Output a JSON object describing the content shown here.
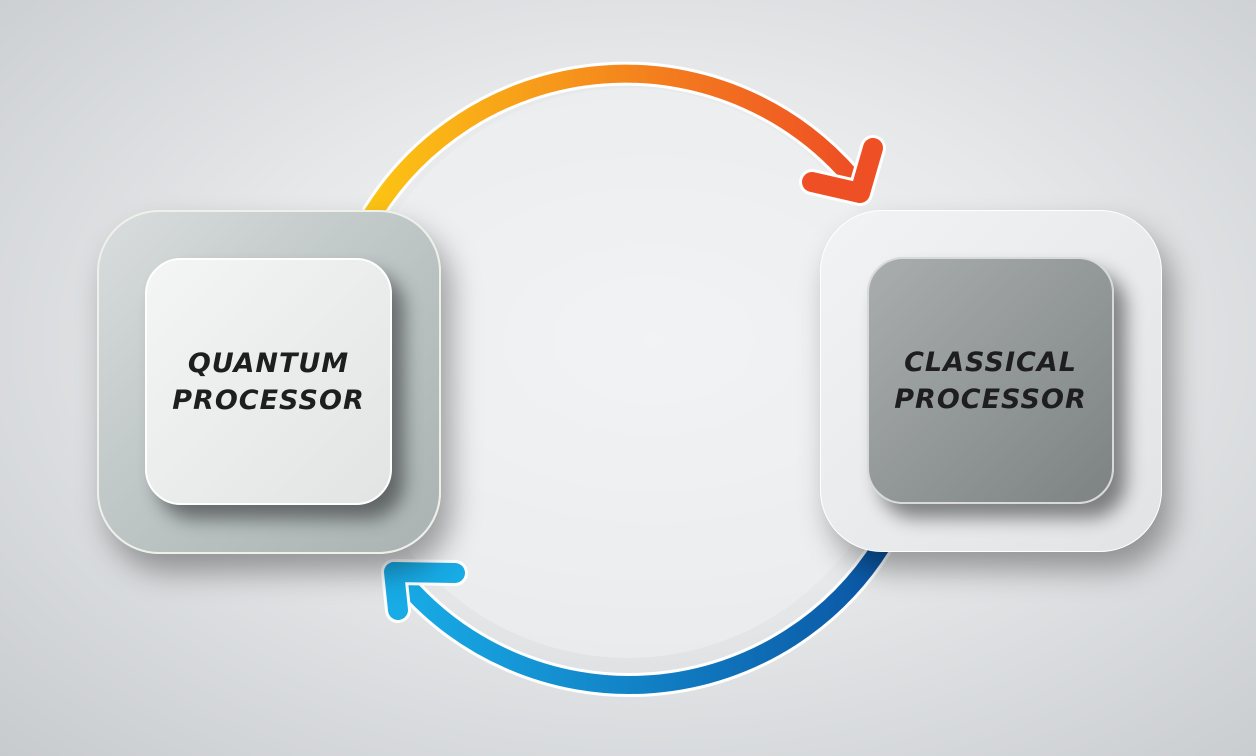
{
  "quantum": {
    "line1": "QUANTUM",
    "line2": "PROCESSOR"
  },
  "classical": {
    "line1": "CLASSICAL",
    "line2": "PROCESSOR"
  },
  "colors": {
    "top_arrow_start": "#fcc414",
    "top_arrow_end": "#ee4f24",
    "bottom_arrow_start": "#18abe6",
    "bottom_arrow_end": "#0b56a4"
  }
}
